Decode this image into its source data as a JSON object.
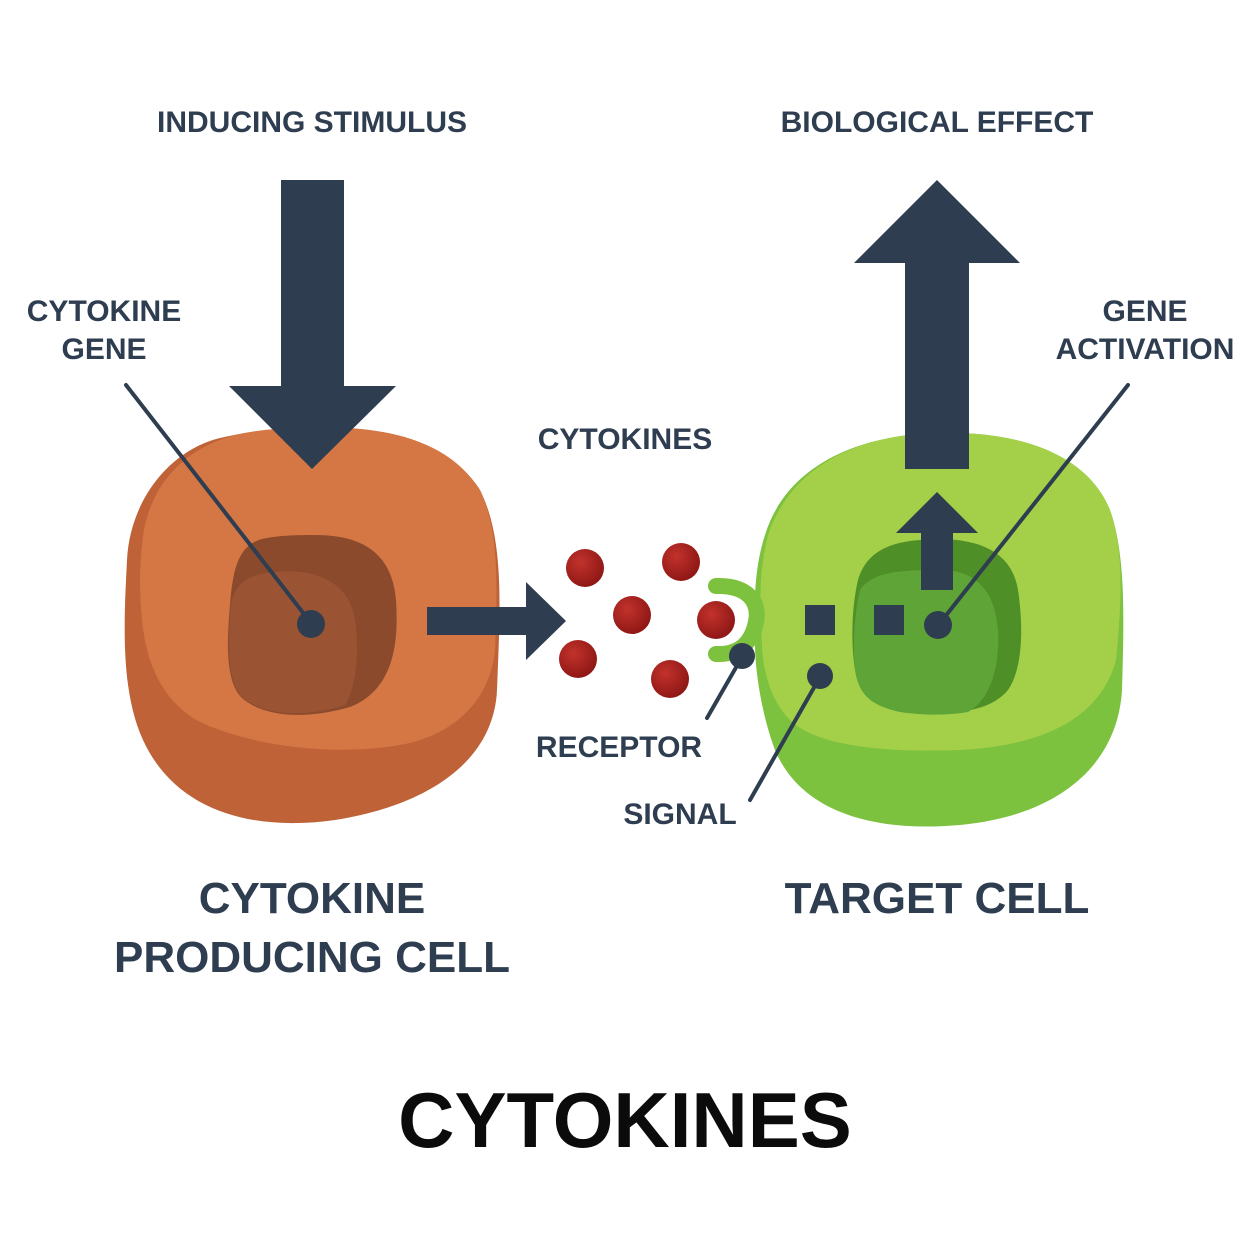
{
  "top_labels": {
    "inducing_stimulus": "INDUCING STIMULUS",
    "biological_effect": "BIOLOGICAL EFFECT"
  },
  "callouts": {
    "cytokine_gene": [
      "CYTOKINE",
      "GENE"
    ],
    "gene_activation": [
      "GENE",
      "ACTIVATION"
    ],
    "cytokines": "CYTOKINES",
    "receptor": "RECEPTOR",
    "signal": "SIGNAL"
  },
  "cell_labels": {
    "producing_cell": [
      "CYTOKINE",
      "PRODUCING CELL"
    ],
    "target_cell": "TARGET CELL"
  },
  "title": "CYTOKINES",
  "colors": {
    "text": "#2e3d50",
    "arrow": "#2e3d50",
    "producing_cell": "#d57745",
    "producing_cell_shadow": "#bf6237",
    "producing_nucleus": "#8b4a2c",
    "target_cell": "#a3d048",
    "target_cell_shadow": "#7dc23e",
    "target_nucleus": "#4e8f27",
    "cytokine_particle": "#9c1c1a",
    "title": "#0b0b0b"
  }
}
